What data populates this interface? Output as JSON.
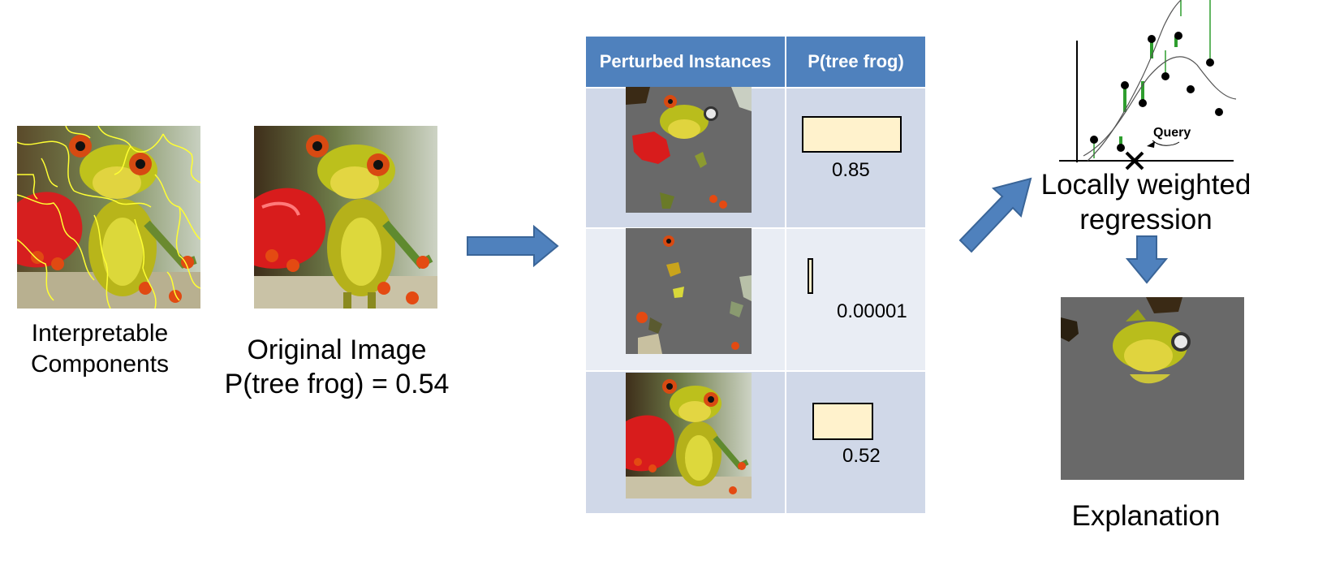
{
  "left": {
    "components_caption": [
      "Interpretable",
      "Components"
    ],
    "original_caption": [
      "Original Image",
      "P(tree frog)  = 0.54"
    ]
  },
  "table": {
    "headers": [
      "Perturbed Instances",
      "P(tree frog)"
    ],
    "rows": [
      {
        "probability": 0.85,
        "label": "0.85"
      },
      {
        "probability": 1e-05,
        "label": "0.00001"
      },
      {
        "probability": 0.52,
        "label": "0.52"
      }
    ]
  },
  "regression": {
    "caption": [
      "Locally weighted",
      "regression"
    ],
    "query_label": "Query"
  },
  "explanation": {
    "caption": "Explanation"
  },
  "colors": {
    "arrow_fill": "#4f81bd",
    "header_bg": "#4f81bd",
    "row_dark": "#d0d8e8",
    "row_light": "#e9edf4",
    "bar_fill": "#fff2cc",
    "masked_gray": "#696969",
    "segment_lines": "#ffff33",
    "residual_green": "#2e9e2e"
  }
}
